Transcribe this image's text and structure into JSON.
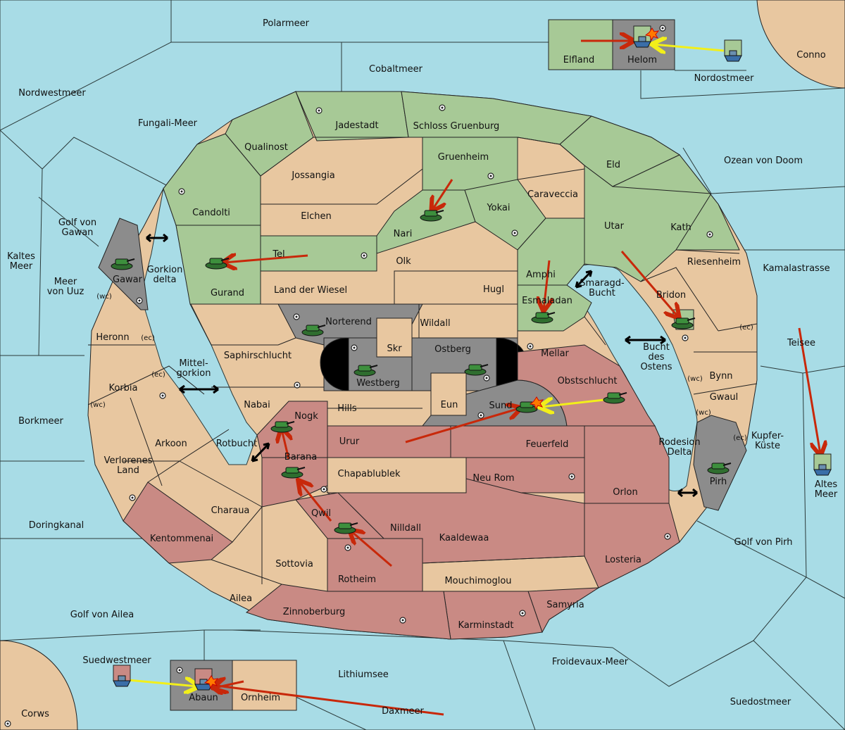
{
  "map": {
    "colors": {
      "sea": "#a8dce6",
      "neutral": "#e8c7a0",
      "green_power": "#a7c996",
      "red_power": "#c98a84",
      "grey_power": "#8c8c8c",
      "order_move": "#c8280a",
      "order_support": "#f2ef1a"
    },
    "sea_labels": {
      "polarmeer": "Polarmeer",
      "cobaltmeer": "Cobaltmeer",
      "nordwestmeer": "Nordwestmeer",
      "fungali": "Fungali-Meer",
      "nordostmeer": "Nordostmeer",
      "conno": "Conno",
      "ozean_doom": "Ozean von Doom",
      "kamalastrasse": "Kamalastrasse",
      "teisee": "Teisee",
      "kupferkueste": "Kupfer-\nKüste",
      "altes_meer": "Altes\nMeer",
      "golf_pirh": "Golf von Pirh",
      "suedostmeer": "Suedostmeer",
      "froidevaux": "Froidevaux-Meer",
      "lithiumsee": "Lithiumsee",
      "daxmeer": "Daxmeer",
      "corws": "Corws",
      "suedwestmeer": "Suedwestmeer",
      "golf_ailea": "Golf von Ailea",
      "doringkanal": "Doringkanal",
      "borkmeer": "Borkmeer",
      "kaltes_meer": "Kaltes\nMeer",
      "meer_uuz": "Meer\nvon Uuz",
      "golf_gawan": "Golf von\nGawan",
      "gorkion_delta": "Gorkion\ndelta",
      "mittelgorkion": "Mittel-\ngorkion",
      "rotbucht": "Rotbucht",
      "smaragd": "Smaragd-\nBucht",
      "bucht_ostens": "Bucht\ndes\nOstens",
      "rodesion": "Rodesion\nDelta"
    },
    "land_labels": {
      "elfland": "Elfland",
      "helom": "Helom",
      "jadestadt": "Jadestadt",
      "schloss": "Schloss Gruenburg",
      "qualinost": "Qualinost",
      "jossangia": "Jossangia",
      "gruenheim": "Gruenheim",
      "caraveccia": "Caraveccia",
      "eld": "Eld",
      "candolti": "Candolti",
      "elchen": "Elchen",
      "nari": "Nari",
      "yokai": "Yokai",
      "utar": "Utar",
      "kath": "Kath",
      "riesenheim": "Riesenheim",
      "tel": "Tel",
      "olk": "Olk",
      "amphi": "Amphi",
      "gurand": "Gurand",
      "land_wiesel": "Land der Wiesel",
      "hugl": "Hugl",
      "esmaladan": "Esmaladan",
      "bridon": "Bridon",
      "gawar": "Gawar",
      "norterend": "Norterend",
      "wildall": "Wildall",
      "skr": "Skr",
      "ostberg": "Ostberg",
      "westberg": "Westberg",
      "mellar": "Mellar",
      "saphir": "Saphirschlucht",
      "heronn": "Heronn",
      "korbia": "Korbia",
      "nabai": "Nabai",
      "hills": "Hills",
      "eun": "Eun",
      "sund": "Sund",
      "obstschlucht": "Obstschlucht",
      "bynn": "Bynn",
      "gwaul": "Gwaul",
      "nogk": "Nogk",
      "urur": "Urur",
      "feuerfeld": "Feuerfeld",
      "arkoon": "Arkoon",
      "barana": "Barana",
      "chapa": "Chapablublek",
      "neu_rom": "Neu Rom",
      "orlon": "Orlon",
      "pirh": "Pirh",
      "verlorenes": "Verlorenes\nLand",
      "charaua": "Charaua",
      "qwil": "Qwil",
      "nilldall": "Nilldall",
      "kaaldewaa": "Kaaldewaa",
      "kentommenai": "Kentommenai",
      "sottovia": "Sottovia",
      "rotheim": "Rotheim",
      "mouchimoglou": "Mouchimoglou",
      "losteria": "Losteria",
      "ailea": "Ailea",
      "zinnoberburg": "Zinnoberburg",
      "samyria": "Samyria",
      "karminstadt": "Karminstadt",
      "abaun": "Abaun",
      "ornheim": "Ornheim"
    },
    "coast_tags": {
      "wc": "(wc)",
      "ec": "(ec)"
    },
    "units": {
      "armies": [
        "Gawar",
        "Gurand",
        "Nari",
        "Norterend",
        "Westberg",
        "Ostberg",
        "Esmaladan",
        "Bridon",
        "Sund",
        "Obstschlucht",
        "Pirh",
        "Nogk",
        "Barana",
        "Qwil"
      ],
      "fleets": [
        "Helom",
        "Nordostmeer",
        "Altes Meer",
        "Suedwestmeer",
        "Abaun"
      ]
    }
  }
}
